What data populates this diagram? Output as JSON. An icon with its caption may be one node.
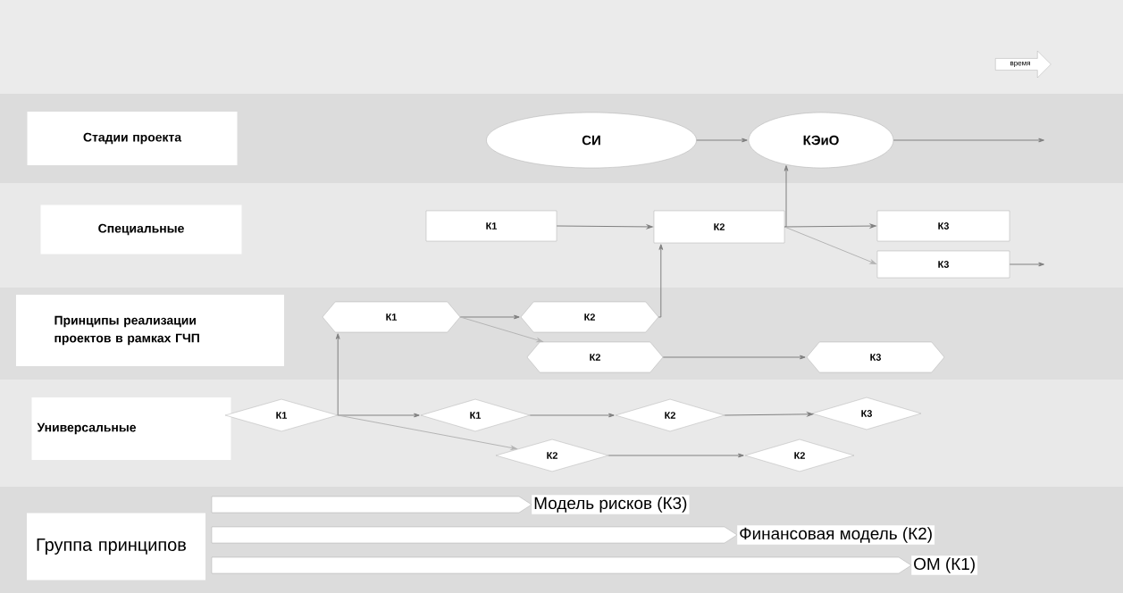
{
  "diagram": {
    "nodes": [
      {
        "text": [
          "время"
        ]
      },
      {
        "text": [
          "СИ"
        ]
      },
      {
        "text": [
          "КЭиО"
        ]
      },
      {
        "text": [
          "К1"
        ]
      },
      {
        "text": [
          "К2"
        ]
      },
      {
        "text": [
          "К3"
        ]
      },
      {
        "text": [
          "К3"
        ]
      },
      {
        "text": [
          "К1"
        ]
      },
      {
        "text": [
          "К2"
        ]
      },
      {
        "text": [
          "К2"
        ]
      },
      {
        "text": [
          "К3"
        ]
      },
      {
        "text": [
          "К1"
        ]
      },
      {
        "text": [
          "К1"
        ]
      },
      {
        "text": [
          "К2"
        ]
      },
      {
        "text": [
          "К3"
        ]
      },
      {
        "text": [
          "К2"
        ]
      },
      {
        "text": [
          "К2"
        ]
      },
      {
        "text": [
          "Модель рисков (К3)"
        ]
      },
      {
        "text": [
          "Финансовая модель (К2)"
        ]
      },
      {
        "text": [
          "ОМ (К1)"
        ]
      }
    ],
    "edges": [
      {
        "from": 1,
        "to": 2,
        "arrow": "to"
      },
      {
        "from": 2,
        "to": null,
        "arrow": "to"
      },
      {
        "from": 3,
        "to": 4,
        "arrow": "to"
      },
      {
        "from": 4,
        "to": 2,
        "arrow": "to"
      },
      {
        "from": 4,
        "to": 5,
        "arrow": "to"
      },
      {
        "from": 4,
        "to": 6,
        "arrow": "to",
        "color": "#b4b4b4"
      },
      {
        "from": 6,
        "to": null,
        "arrow": "to"
      },
      {
        "from": 8,
        "to": 4,
        "arrow": "to"
      },
      {
        "from": 7,
        "to": 8,
        "arrow": "to"
      },
      {
        "from": 7,
        "to": 9,
        "arrow": "to",
        "color": "#b4b4b4"
      },
      {
        "from": 9,
        "to": 10,
        "arrow": "to"
      },
      {
        "from": 11,
        "to": 7,
        "arrow": "to"
      },
      {
        "from": 11,
        "to": 12,
        "arrow": "to"
      },
      {
        "from": 12,
        "to": 13,
        "arrow": "to"
      },
      {
        "from": 13,
        "to": 14,
        "arrow": "to"
      },
      {
        "from": 11,
        "to": 15,
        "arrow": "to",
        "color": "#b4b4b4"
      },
      {
        "from": 15,
        "to": 16,
        "arrow": "to"
      }
    ],
    "labels": [
      "Стадии проекта",
      "Специальные",
      "Принципы реализации проектов в рамках ГЧП",
      "Универсальные",
      "Группа принципов"
    ]
  }
}
